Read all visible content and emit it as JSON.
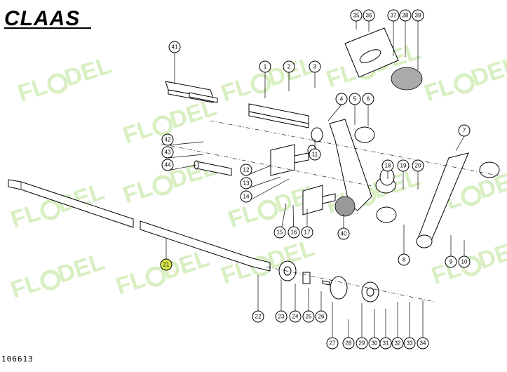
{
  "brand_logo": "CLAAS",
  "watermark": "FL DEL",
  "figure_number": "106613",
  "highlight_color": "#d8e84a",
  "watermark_color": "#8fd14f",
  "callouts": [
    "1",
    "2",
    "3",
    "4",
    "5",
    "6",
    "7",
    "8",
    "9",
    "10",
    "11",
    "12",
    "13",
    "14",
    "15",
    "16",
    "17",
    "18",
    "19",
    "20",
    "21",
    "22",
    "23",
    "24",
    "25",
    "26",
    "27",
    "28",
    "29",
    "30",
    "31",
    "32",
    "33",
    "34",
    "35",
    "36",
    "37",
    "38",
    "39",
    "40",
    "41",
    "42",
    "43",
    "44"
  ],
  "highlighted_callout": "21"
}
